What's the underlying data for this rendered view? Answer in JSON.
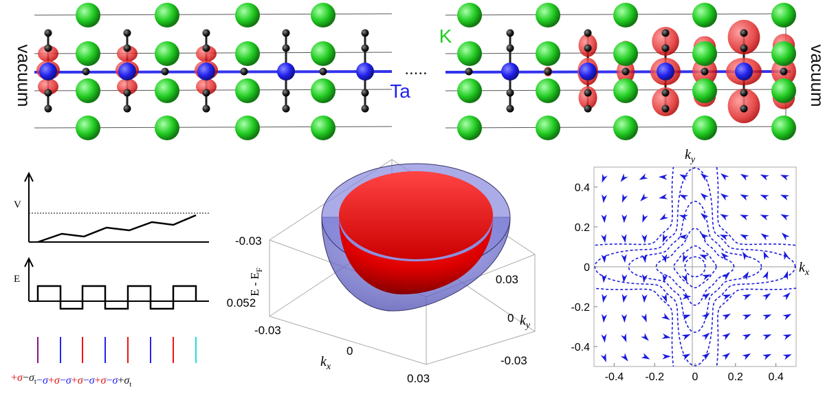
{
  "structure": {
    "vacuum_left": "vacuum",
    "vacuum_right": "vacuum",
    "ellipsis": ".....",
    "label_k": "K",
    "label_ta": "Ta",
    "colors": {
      "k_atom": "#22cc22",
      "ta_atom": "#2222ee",
      "c_atom": "#111111",
      "density": "#e02020"
    }
  },
  "potential": {
    "v_label": "V",
    "e_label": "E",
    "sheets": [
      {
        "sign": "+",
        "sub": "",
        "color": "#881188",
        "text_color": "#dd1111"
      },
      {
        "sign": "−",
        "sub": "t",
        "color": "#2222ee",
        "text_color": "#111111"
      },
      {
        "sign": "−",
        "sub": "",
        "color": "#ee1111",
        "text_color": "#2222ee"
      },
      {
        "sign": "+",
        "sub": "",
        "color": "#2222ee",
        "text_color": "#dd1111"
      },
      {
        "sign": "−",
        "sub": "",
        "color": "#ee1111",
        "text_color": "#2222ee"
      },
      {
        "sign": "+",
        "sub": "",
        "color": "#2222ee",
        "text_color": "#dd1111"
      },
      {
        "sign": "−",
        "sub": "",
        "color": "#ee1111",
        "text_color": "#2222ee"
      },
      {
        "sign": "+",
        "sub": "",
        "color": "#2222ee",
        "text_color": "#dd1111"
      },
      {
        "sign": "−",
        "sub": "",
        "color": "#22dddd",
        "text_color": "#2222ee"
      },
      {
        "sign": "+",
        "sub": "t",
        "color": "#22dddd",
        "text_color": "#111111"
      }
    ],
    "sigma": "σ"
  },
  "band": {
    "z_label": "E - E",
    "z_label_sub": "F",
    "z_ticks": [
      "-0.03",
      "-0.052"
    ],
    "kx_label": "k",
    "kx_sub": "x",
    "ky_label": "k",
    "ky_sub": "y",
    "kx_ticks": [
      "-0.03",
      "0",
      "0.03"
    ],
    "ky_ticks": [
      "0.03",
      "0",
      "-0.03"
    ],
    "colors": {
      "inner": "#ee1111",
      "outer": "#7777dd"
    }
  },
  "spin": {
    "kx_label": "k",
    "kx_sub": "x",
    "ky_label": "k",
    "ky_sub": "y",
    "x_ticks": [
      "-0.4",
      "-0.2",
      "0",
      "0.2",
      "0.4"
    ],
    "y_ticks": [
      "0.4",
      "0.2",
      "0",
      "-0.2",
      "-0.4"
    ],
    "colors": {
      "arrow": "#1a1add",
      "contour": "#1a1add"
    }
  }
}
